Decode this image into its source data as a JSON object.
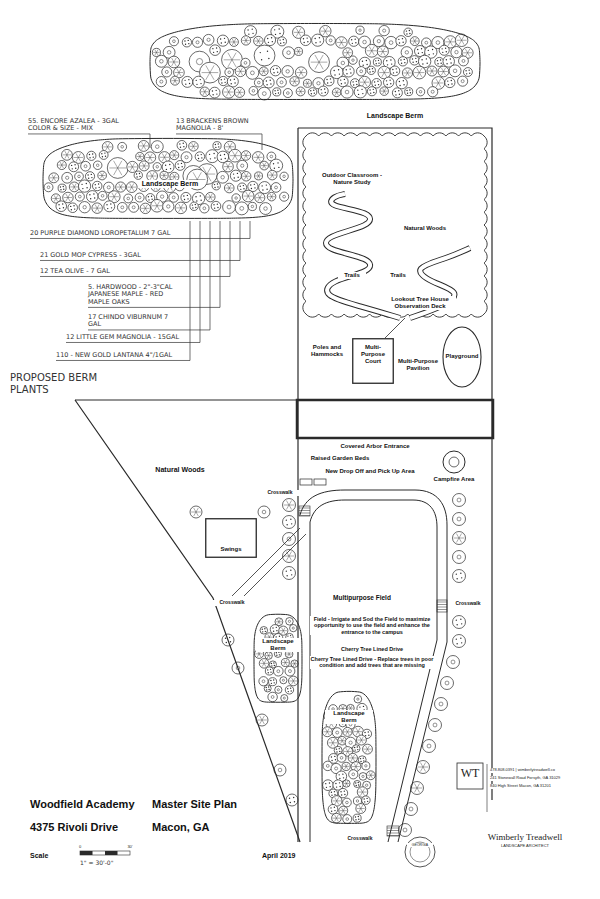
{
  "diagram": {
    "nodes": [
      {
        "text": [
          "Landscape Berm"
        ]
      },
      {
        "text": [
          "Multi-Purpose Court",
          "Multi-Purpose Pavilion"
        ]
      },
      {
        "text": [
          "Playground"
        ]
      },
      {
        "text": [
          "Campfire Area"
        ]
      },
      {
        "text": [
          "Swings"
        ]
      },
      {
        "text": [
          "Landscape Berm"
        ]
      },
      {
        "text": [
          "Landscape Berm"
        ]
      }
    ],
    "labels": [
      "Landscape Berm",
      "55. ENCORE AZALEA - 3GAL COLOR & SIZE - MIX",
      "13 BRACKENS BROWN MAGNOLIA - 8'",
      "20 PURPLE DIAMOND LOROPETALUM 7 GAL",
      "21 GOLD MOP CYPRESS - 3GAL",
      "12 TEA OLIVE - 7 GAL",
      "5. HARDWOOD - 2\"-3\"CAL JAPANESE MAPLE - RED MAPLE OAKS",
      "17 CHINDO VIBURNUM 7 GAL",
      "12 LITTLE GEM MAGNOLIA - 15GAL",
      "110 - NEW GOLD LANTANA 4\"/1GAL",
      "PROPOSED BERM PLANTS",
      "Outdoor Classroom - Nature Study",
      "Natural Woods",
      "Trails",
      "Trails",
      "Lookout Tree House Observation Deck",
      "Poles and Hammocks",
      "Covered Arbor Entrance",
      "Raised Garden Beds",
      "New Drop Off and Pick Up Area",
      "Natural Woods",
      "Crosswalk",
      "Crosswalk",
      "Crosswalk",
      "Multipurpose Field",
      "Field - Irrigate and Sod the Field to maximize opportunity to use the field and enhance the entrance to the campus",
      "Cherry Tree Lined Drive",
      "Cherry Tree Lined Drive - Replace trees in poor condition and add trees that are missing",
      "Crosswalk",
      "Woodfield Academy",
      "4375 Rivoli Drive",
      "Master Site Plan",
      "Macon, GA",
      "Scale",
      "0",
      "30'",
      "1\" = 30'-0\"",
      "April 2019",
      "GEORGIA",
      "WT",
      "478.808.0391 | wimberlytreadwell.co",
      "241 Stonewall Road Forsyth, GA 31029",
      "840 High Street Macon, GA 31201",
      "Wimberly Treadwell",
      "LANDSCAPE ARCHITECT"
    ]
  }
}
